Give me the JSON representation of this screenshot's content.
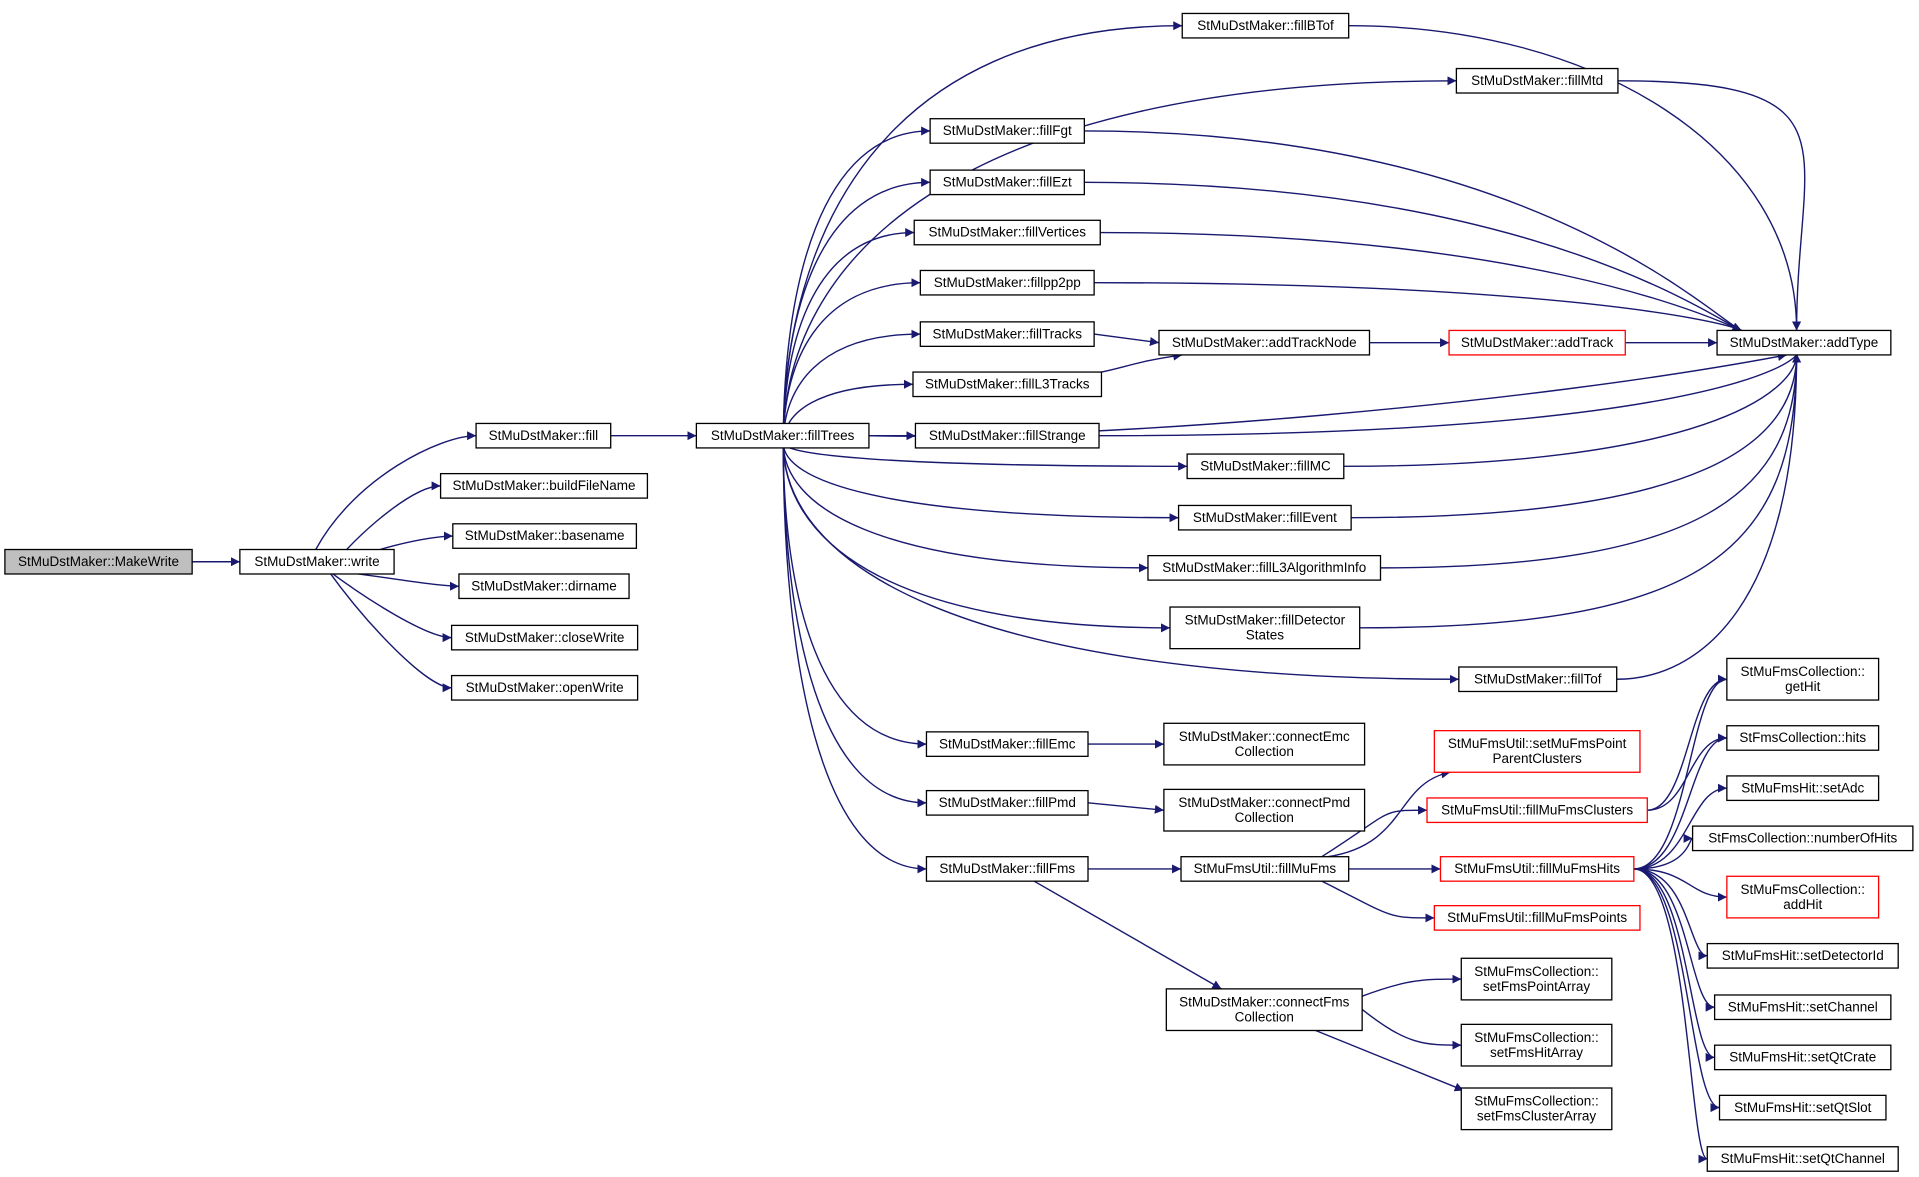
{
  "colors": {
    "edge": "#191970",
    "node_border": "#000000",
    "node_border_truncated": "#ff0000",
    "root_fill": "#bfbfbf",
    "node_fill": "#ffffff",
    "text": "#000000"
  },
  "nodes": [
    {
      "id": "makewrite",
      "lines": [
        "StMuDstMaker::MakeWrite"
      ],
      "root": true
    },
    {
      "id": "write",
      "lines": [
        "StMuDstMaker::write"
      ]
    },
    {
      "id": "fill",
      "lines": [
        "StMuDstMaker::fill"
      ]
    },
    {
      "id": "buildFileName",
      "lines": [
        "StMuDstMaker::buildFileName"
      ]
    },
    {
      "id": "basename",
      "lines": [
        "StMuDstMaker::basename"
      ]
    },
    {
      "id": "dirname",
      "lines": [
        "StMuDstMaker::dirname"
      ]
    },
    {
      "id": "closeWrite",
      "lines": [
        "StMuDstMaker::closeWrite"
      ]
    },
    {
      "id": "openWrite",
      "lines": [
        "StMuDstMaker::openWrite"
      ]
    },
    {
      "id": "fillTrees",
      "lines": [
        "StMuDstMaker::fillTrees"
      ]
    },
    {
      "id": "fillBTof",
      "lines": [
        "StMuDstMaker::fillBTof"
      ]
    },
    {
      "id": "fillMtd",
      "lines": [
        "StMuDstMaker::fillMtd"
      ]
    },
    {
      "id": "fillFgt",
      "lines": [
        "StMuDstMaker::fillFgt"
      ]
    },
    {
      "id": "fillEzt",
      "lines": [
        "StMuDstMaker::fillEzt"
      ]
    },
    {
      "id": "fillVertices",
      "lines": [
        "StMuDstMaker::fillVertices"
      ]
    },
    {
      "id": "fillpp2pp",
      "lines": [
        "StMuDstMaker::fillpp2pp"
      ]
    },
    {
      "id": "fillTracks",
      "lines": [
        "StMuDstMaker::fillTracks"
      ]
    },
    {
      "id": "fillL3Tracks",
      "lines": [
        "StMuDstMaker::fillL3Tracks"
      ]
    },
    {
      "id": "fillStrange",
      "lines": [
        "StMuDstMaker::fillStrange"
      ]
    },
    {
      "id": "fillMC",
      "lines": [
        "StMuDstMaker::fillMC"
      ]
    },
    {
      "id": "fillEvent",
      "lines": [
        "StMuDstMaker::fillEvent"
      ]
    },
    {
      "id": "fillL3AlgorithmInfo",
      "lines": [
        "StMuDstMaker::fillL3AlgorithmInfo"
      ]
    },
    {
      "id": "fillDetectorStates",
      "lines": [
        "StMuDstMaker::fillDetector",
        "States"
      ]
    },
    {
      "id": "fillTof",
      "lines": [
        "StMuDstMaker::fillTof"
      ]
    },
    {
      "id": "fillEmc",
      "lines": [
        "StMuDstMaker::fillEmc"
      ]
    },
    {
      "id": "fillPmd",
      "lines": [
        "StMuDstMaker::fillPmd"
      ]
    },
    {
      "id": "fillFms",
      "lines": [
        "StMuDstMaker::fillFms"
      ]
    },
    {
      "id": "addTrackNode",
      "lines": [
        "StMuDstMaker::addTrackNode"
      ]
    },
    {
      "id": "addTrack",
      "lines": [
        "StMuDstMaker::addTrack"
      ],
      "truncated": true
    },
    {
      "id": "addType",
      "lines": [
        "StMuDstMaker::addType"
      ]
    },
    {
      "id": "connectEmc",
      "lines": [
        "StMuDstMaker::connectEmc",
        "Collection"
      ]
    },
    {
      "id": "connectPmd",
      "lines": [
        "StMuDstMaker::connectPmd",
        "Collection"
      ]
    },
    {
      "id": "fillMuFms",
      "lines": [
        "StMuFmsUtil::fillMuFms"
      ]
    },
    {
      "id": "connectFms",
      "lines": [
        "StMuDstMaker::connectFms",
        "Collection"
      ]
    },
    {
      "id": "setMuFmsPointParentClusters",
      "lines": [
        "StMuFmsUtil::setMuFmsPoint",
        "ParentClusters"
      ],
      "truncated": true
    },
    {
      "id": "fillMuFmsClusters",
      "lines": [
        "StMuFmsUtil::fillMuFmsClusters"
      ],
      "truncated": true
    },
    {
      "id": "fillMuFmsHits",
      "lines": [
        "StMuFmsUtil::fillMuFmsHits"
      ],
      "truncated": true
    },
    {
      "id": "fillMuFmsPoints",
      "lines": [
        "StMuFmsUtil::fillMuFmsPoints"
      ],
      "truncated": true
    },
    {
      "id": "setFmsPointArray",
      "lines": [
        "StMuFmsCollection::",
        "setFmsPointArray"
      ]
    },
    {
      "id": "setFmsHitArray",
      "lines": [
        "StMuFmsCollection::",
        "setFmsHitArray"
      ]
    },
    {
      "id": "setFmsClusterArray",
      "lines": [
        "StMuFmsCollection::",
        "setFmsClusterArray"
      ]
    },
    {
      "id": "getHit",
      "lines": [
        "StMuFmsCollection::",
        "getHit"
      ]
    },
    {
      "id": "hits",
      "lines": [
        "StFmsCollection::hits"
      ]
    },
    {
      "id": "setAdc",
      "lines": [
        "StMuFmsHit::setAdc"
      ]
    },
    {
      "id": "numberOfHits",
      "lines": [
        "StFmsCollection::numberOfHits"
      ]
    },
    {
      "id": "addHit",
      "lines": [
        "StMuFmsCollection::",
        "addHit"
      ],
      "truncated": true
    },
    {
      "id": "setDetectorId",
      "lines": [
        "StMuFmsHit::setDetectorId"
      ]
    },
    {
      "id": "setChannel",
      "lines": [
        "StMuFmsHit::setChannel"
      ]
    },
    {
      "id": "setQtCrate",
      "lines": [
        "StMuFmsHit::setQtCrate"
      ]
    },
    {
      "id": "setQtSlot",
      "lines": [
        "StMuFmsHit::setQtSlot"
      ]
    },
    {
      "id": "setQtChannel",
      "lines": [
        "StMuFmsHit::setQtChannel"
      ]
    }
  ],
  "edges": [
    [
      "makewrite",
      "write"
    ],
    [
      "write",
      "fill"
    ],
    [
      "write",
      "buildFileName"
    ],
    [
      "write",
      "basename"
    ],
    [
      "write",
      "dirname"
    ],
    [
      "write",
      "closeWrite"
    ],
    [
      "write",
      "openWrite"
    ],
    [
      "fill",
      "fillTrees"
    ],
    [
      "fillTrees",
      "fillBTof"
    ],
    [
      "fillTrees",
      "fillMtd"
    ],
    [
      "fillTrees",
      "fillFgt"
    ],
    [
      "fillTrees",
      "fillEzt"
    ],
    [
      "fillTrees",
      "fillVertices"
    ],
    [
      "fillTrees",
      "fillpp2pp"
    ],
    [
      "fillTrees",
      "fillTracks"
    ],
    [
      "fillTrees",
      "fillL3Tracks"
    ],
    [
      "fillTrees",
      "fillStrange"
    ],
    [
      "fillTrees",
      "fillMC"
    ],
    [
      "fillTrees",
      "fillEvent"
    ],
    [
      "fillTrees",
      "fillL3AlgorithmInfo"
    ],
    [
      "fillTrees",
      "fillDetectorStates"
    ],
    [
      "fillTrees",
      "fillTof"
    ],
    [
      "fillTrees",
      "fillEmc"
    ],
    [
      "fillTrees",
      "fillPmd"
    ],
    [
      "fillTrees",
      "fillFms"
    ],
    [
      "fillBTof",
      "addType"
    ],
    [
      "fillMtd",
      "addType"
    ],
    [
      "fillFgt",
      "addType"
    ],
    [
      "fillEzt",
      "addType"
    ],
    [
      "fillVertices",
      "addType"
    ],
    [
      "fillpp2pp",
      "addType"
    ],
    [
      "fillStrange",
      "addType"
    ],
    [
      "fillMC",
      "addType"
    ],
    [
      "fillEvent",
      "addType"
    ],
    [
      "fillL3AlgorithmInfo",
      "addType"
    ],
    [
      "fillDetectorStates",
      "addType"
    ],
    [
      "fillTof",
      "addType"
    ],
    [
      "fillTrees",
      "addType"
    ],
    [
      "fillTracks",
      "addTrackNode"
    ],
    [
      "fillL3Tracks",
      "addTrackNode"
    ],
    [
      "addTrackNode",
      "addTrack"
    ],
    [
      "addTrack",
      "addType"
    ],
    [
      "fillEmc",
      "connectEmc"
    ],
    [
      "fillPmd",
      "connectPmd"
    ],
    [
      "fillFms",
      "fillMuFms"
    ],
    [
      "fillFms",
      "connectFms"
    ],
    [
      "fillMuFms",
      "setMuFmsPointParentClusters"
    ],
    [
      "fillMuFms",
      "fillMuFmsClusters"
    ],
    [
      "fillMuFms",
      "fillMuFmsHits"
    ],
    [
      "fillMuFms",
      "fillMuFmsPoints"
    ],
    [
      "fillMuFmsClusters",
      "getHit"
    ],
    [
      "fillMuFmsClusters",
      "hits"
    ],
    [
      "fillMuFmsHits",
      "getHit"
    ],
    [
      "fillMuFmsHits",
      "hits"
    ],
    [
      "fillMuFmsHits",
      "setAdc"
    ],
    [
      "fillMuFmsHits",
      "numberOfHits"
    ],
    [
      "fillMuFmsHits",
      "addHit"
    ],
    [
      "fillMuFmsHits",
      "setDetectorId"
    ],
    [
      "fillMuFmsHits",
      "setChannel"
    ],
    [
      "fillMuFmsHits",
      "setQtCrate"
    ],
    [
      "fillMuFmsHits",
      "setQtSlot"
    ],
    [
      "fillMuFmsHits",
      "setQtChannel"
    ],
    [
      "connectFms",
      "setFmsPointArray"
    ],
    [
      "connectFms",
      "setFmsHitArray"
    ],
    [
      "connectFms",
      "setFmsClusterArray"
    ]
  ]
}
